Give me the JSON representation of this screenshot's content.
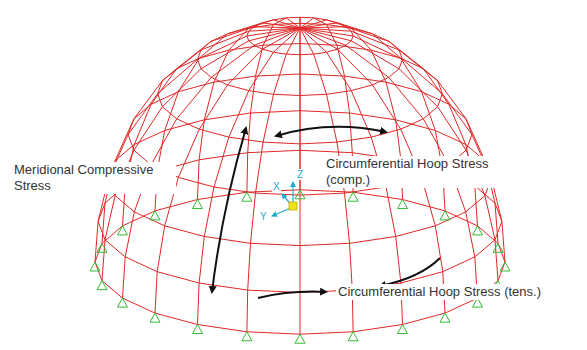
{
  "diagram": {
    "labels": [
      "Meridional Compressive Stress",
      "Circumferential Hoop Stress (comp.)",
      "Circumferential Hoop Stress (tens.)",
      "Z",
      "X",
      "Y"
    ]
  }
}
